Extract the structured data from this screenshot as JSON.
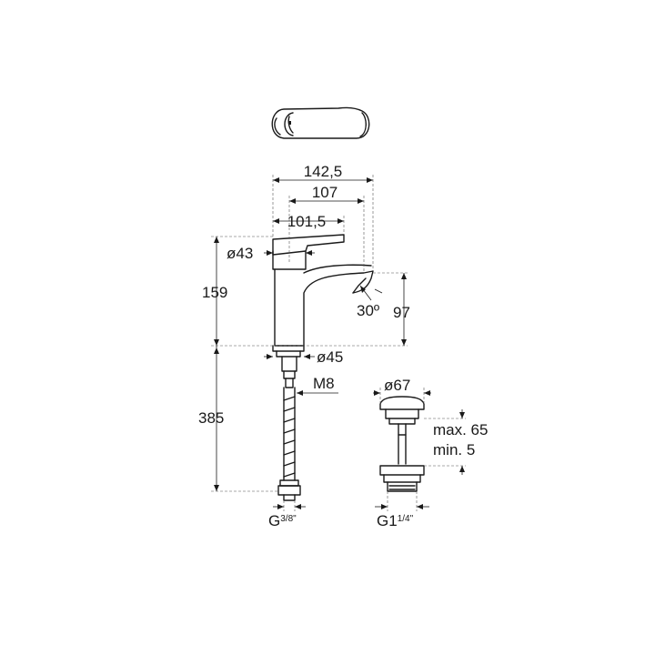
{
  "drawing": {
    "top_view_handle": "faucet-handle-top-view",
    "dimensions": {
      "overall_width": "142,5",
      "spout_reach": "107",
      "handle_length": "101,5",
      "body_diameter": "ø43",
      "total_height": "159",
      "spout_angle": "30º",
      "spout_height": "97",
      "base_diameter": "ø45",
      "thread_size": "M8",
      "hose_length": "385",
      "hose_connection_main": "G",
      "hose_connection_frac": "3/8\"",
      "waste_diameter": "ø67",
      "waste_max": "max. 65",
      "waste_min": "min. 5",
      "waste_connection_main": "G",
      "waste_connection_int": "1",
      "waste_connection_frac": "1/4\""
    }
  }
}
